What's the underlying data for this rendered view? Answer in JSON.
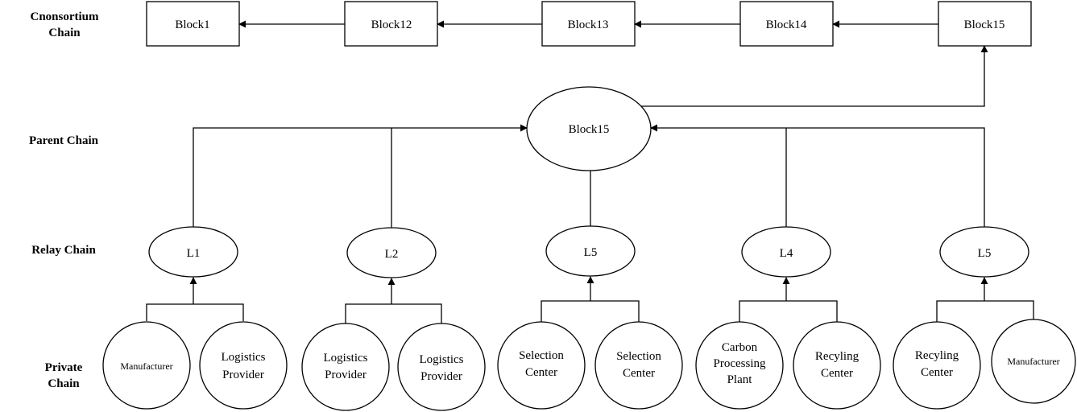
{
  "row_labels": {
    "consortium": [
      "Cnonsortium",
      "Chain"
    ],
    "parent": "Parent Chain",
    "relay": "Relay Chain",
    "private": [
      "Private",
      "Chain"
    ]
  },
  "consortium_blocks": [
    "Block1",
    "Block12",
    "Block13",
    "Block14",
    "Block15"
  ],
  "parent_block": "Block15",
  "relay_nodes": [
    "L1",
    "L2",
    "L5",
    "L4",
    "L5"
  ],
  "private_nodes": [
    [
      "Manufacturer"
    ],
    [
      "Logistics",
      "Provider"
    ],
    [
      "Logistics",
      "Provider"
    ],
    [
      "Logistics",
      "Provider"
    ],
    [
      "Selection",
      "Center"
    ],
    [
      "Selection",
      "Center"
    ],
    [
      "Carbon",
      "Processing",
      "Plant"
    ],
    [
      "Recyling",
      "Center"
    ],
    [
      "Recyling",
      "Center"
    ],
    [
      "Manufacturer"
    ]
  ]
}
